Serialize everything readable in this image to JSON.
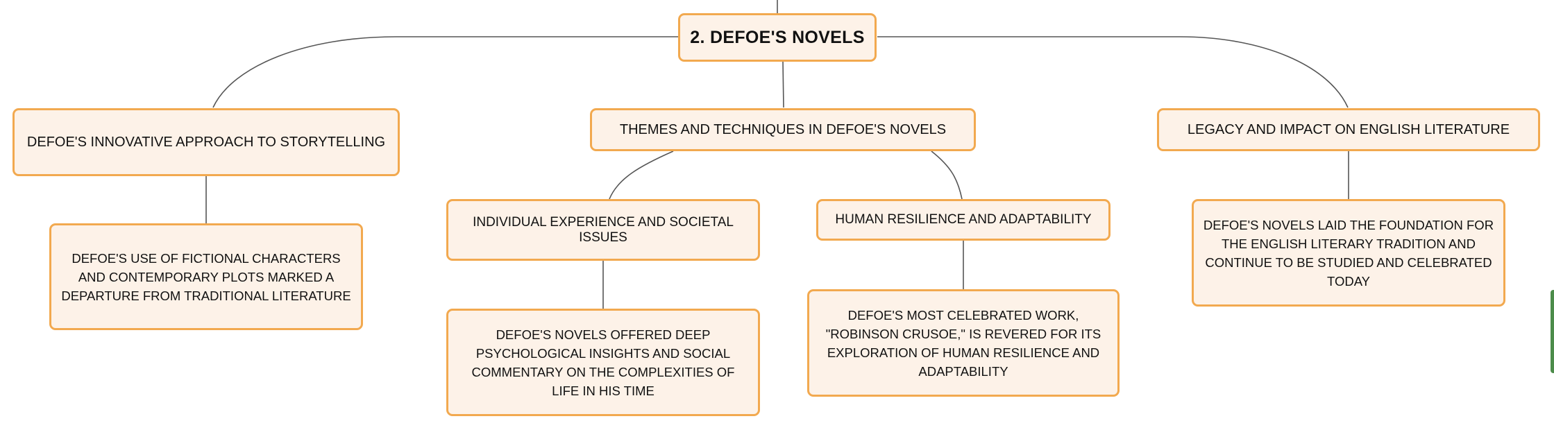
{
  "diagram": {
    "root": {
      "label": "2. DEFOE'S NOVELS"
    },
    "branches": [
      {
        "label": "DEFOE'S INNOVATIVE APPROACH TO STORYTELLING",
        "children": [
          {
            "label": "DEFOE'S USE OF FICTIONAL CHARACTERS AND CONTEMPORARY PLOTS MARKED A DEPARTURE FROM TRADITIONAL LITERATURE"
          }
        ]
      },
      {
        "label": "THEMES AND TECHNIQUES IN DEFOE'S NOVELS",
        "children": [
          {
            "label": "INDIVIDUAL EXPERIENCE AND SOCIETAL ISSUES",
            "children": [
              {
                "label": "DEFOE'S NOVELS OFFERED DEEP PSYCHOLOGICAL INSIGHTS AND SOCIAL COMMENTARY ON THE COMPLEXITIES OF LIFE IN HIS TIME"
              }
            ]
          },
          {
            "label": "HUMAN RESILIENCE AND ADAPTABILITY",
            "children": [
              {
                "label": "DEFOE'S MOST CELEBRATED WORK, \"ROBINSON CRUSOE,\" IS REVERED FOR ITS EXPLORATION OF HUMAN RESILIENCE AND ADAPTABILITY"
              }
            ]
          }
        ]
      },
      {
        "label": "LEGACY AND IMPACT ON ENGLISH LITERATURE",
        "children": [
          {
            "label": "DEFOE'S NOVELS LAID THE FOUNDATION FOR THE ENGLISH LITERARY TRADITION AND CONTINUE TO BE STUDIED AND CELEBRATED TODAY"
          }
        ]
      }
    ]
  },
  "colors": {
    "node_fill": "#fdf2e8",
    "node_border": "#f2a94f",
    "connector": "#555555",
    "side_tab": "#4c8c4a"
  }
}
